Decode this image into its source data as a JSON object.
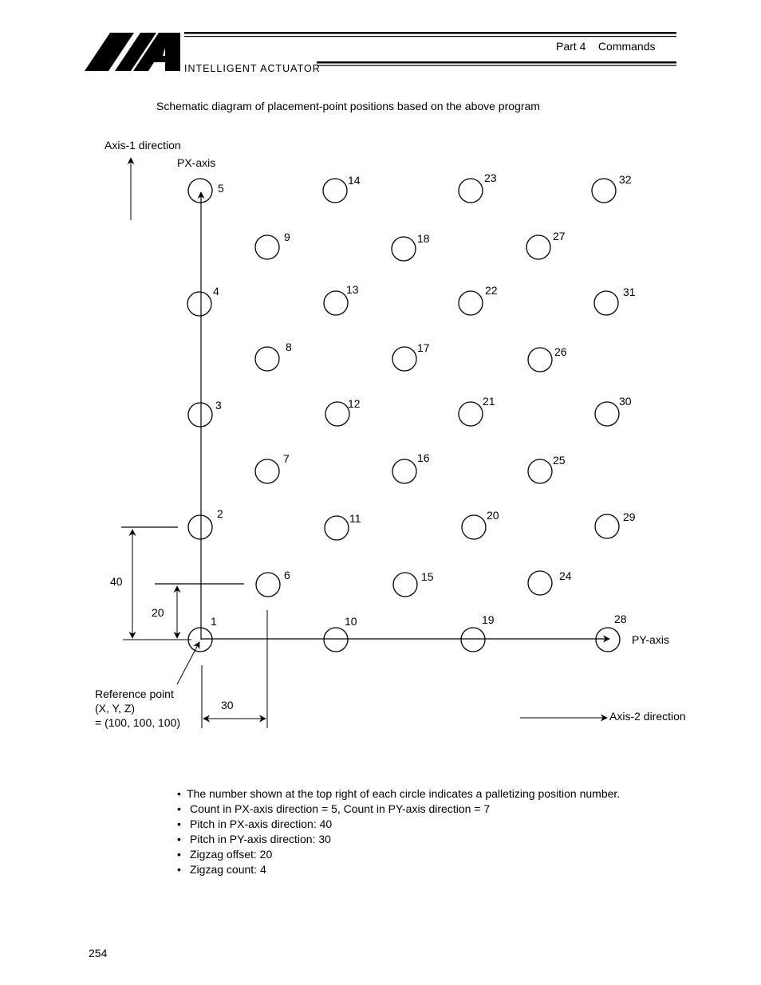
{
  "header": {
    "company": "INTELLIGENT ACTUATOR",
    "part_label": "Part 4",
    "section_label": "Commands"
  },
  "caption": "Schematic diagram of placement-point positions based on the above program",
  "diagram": {
    "axis1_label": "Axis-1 direction",
    "axis2_label": "Axis-2 direction",
    "px_axis_label": "PX-axis",
    "py_axis_label": "PY-axis",
    "reference_point_lines": [
      "Reference point",
      "(X, Y, Z)",
      "= (100, 100, 100)"
    ],
    "dimension_labels": {
      "px_pitch": "40",
      "zigzag_offset": "20",
      "py_pitch": "30"
    },
    "point_numbers": [
      "1",
      "2",
      "3",
      "4",
      "5",
      "6",
      "7",
      "8",
      "9",
      "10",
      "11",
      "12",
      "13",
      "14",
      "15",
      "16",
      "17",
      "18",
      "19",
      "20",
      "21",
      "22",
      "23",
      "24",
      "25",
      "26",
      "27",
      "28",
      "29",
      "30",
      "31",
      "32"
    ]
  },
  "bullets": [
    "The number shown at the top right of each circle indicates a palletizing position number.",
    "Count in PX-axis direction = 5, Count in PY-axis direction = 7",
    "Pitch in PX-axis direction: 40",
    "Pitch in PY-axis direction: 30",
    "Zigzag offset: 20",
    "Zigzag count: 4"
  ],
  "page_number": "254"
}
